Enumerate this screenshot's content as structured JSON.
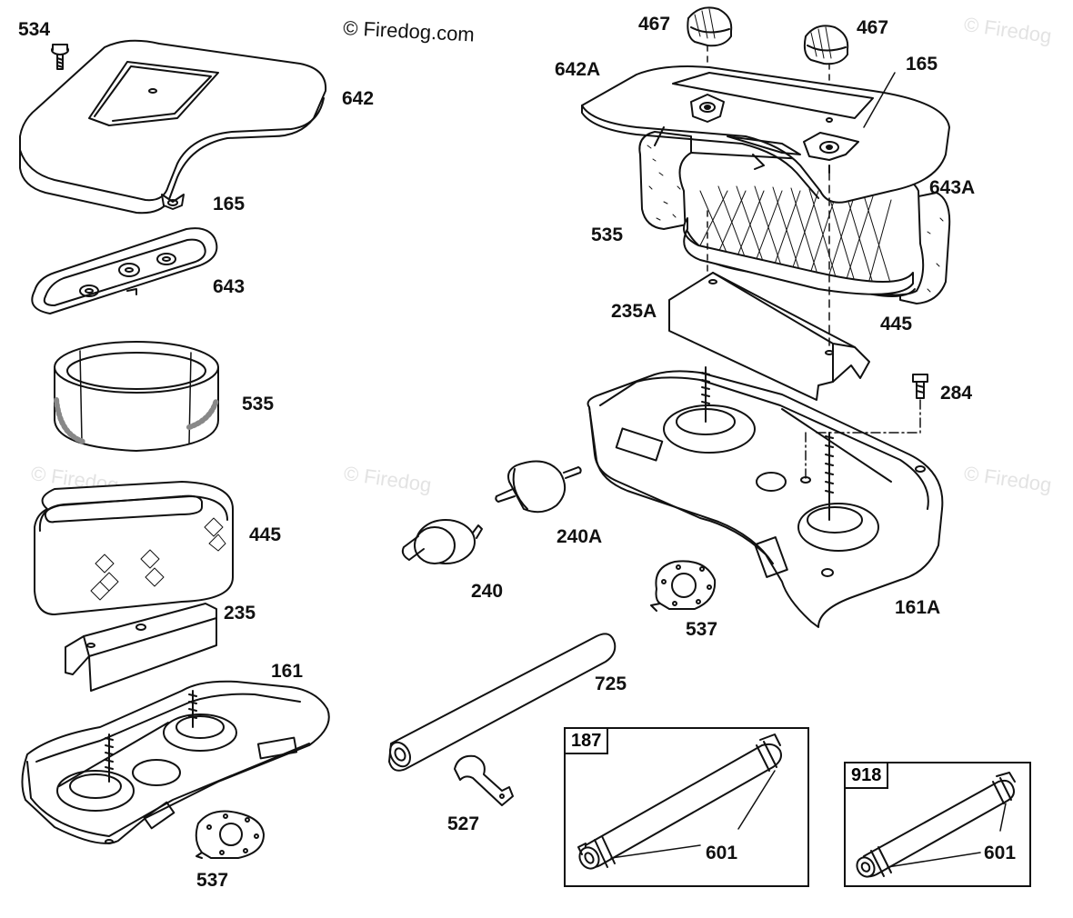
{
  "copyright": "© Firedog.com",
  "watermark": "© Firedog",
  "callouts": {
    "p534": "534",
    "p642": "642",
    "p165_left": "165",
    "p643": "643",
    "p535_left": "535",
    "p445_left": "445",
    "p235": "235",
    "p161": "161",
    "p537_left": "537",
    "p467_a": "467",
    "p467_b": "467",
    "p642A": "642A",
    "p165_right": "165",
    "p643A": "643A",
    "p535_right": "535",
    "p235A": "235A",
    "p445_right": "445",
    "p284": "284",
    "p240A": "240A",
    "p240": "240",
    "p161A": "161A",
    "p537_right": "537",
    "p725": "725",
    "p527": "527",
    "p601_a": "601",
    "p601_b": "601"
  },
  "kits": {
    "kit187": {
      "id": "187"
    },
    "kit918": {
      "id": "918"
    }
  }
}
